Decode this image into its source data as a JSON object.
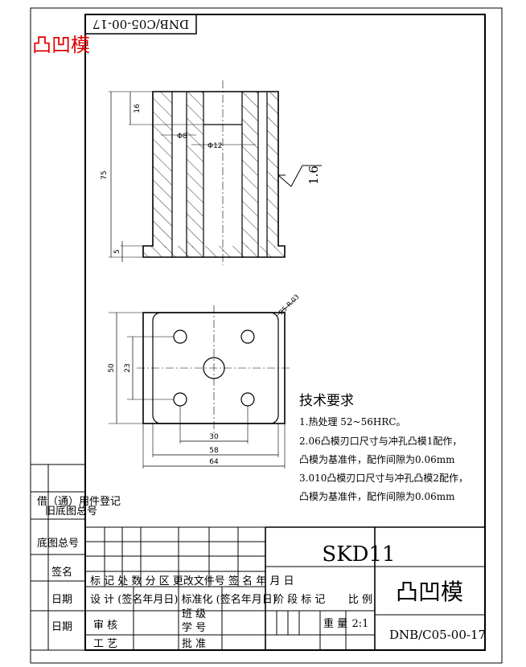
{
  "header": {
    "corner_code": "DNB/C05-00-17",
    "red_title": "凸凹模"
  },
  "drawing": {
    "dimensions": {
      "top_height": "16",
      "total_height": "75",
      "bottom_height": "5",
      "hole_small": "Φ8",
      "hole_large": "Φ12",
      "roughness": "1.6",
      "width_inner": "30",
      "width_mid": "58",
      "width_total": "64",
      "height_total": "50",
      "height_inner": "23",
      "corner_radius": "R5-R.03"
    }
  },
  "tech_requirements": {
    "title": "技术要求",
    "lines": [
      "1.热处理 52~56HRC。",
      "2.06凸模刃口尺寸与冲孔凸模1配作，",
      "凸模为基准件，配作间隙为0.06mm",
      "3.010凸模刃口尺寸与冲孔凸模2配作，",
      "凸模为基准件，配作间隙为0.06mm"
    ]
  },
  "left_column": {
    "register": "借（通）用件登记",
    "old_drawing_no": "旧底图总号",
    "drawing_no": "底图总号",
    "sign": "签名",
    "date1": "日期",
    "date2": "日期"
  },
  "title_block": {
    "material": "SKD11",
    "part_name": "凸凹模",
    "drawing_number": "DNB/C05-00-17",
    "rev_header": "标 记 处 数 分 区 更改文件号 签 名 年 月 日",
    "design_row": "设 计 (签名年月日) 标准化 (签名年月日)",
    "stage_marks": "阶 段 标 记",
    "weight": "重 量",
    "scale_label": "比 例",
    "scale_value": "2:1",
    "review": "审 核",
    "process": "工 艺",
    "class_group": "班 级",
    "student_no": "学 号",
    "approve": "批 准"
  }
}
